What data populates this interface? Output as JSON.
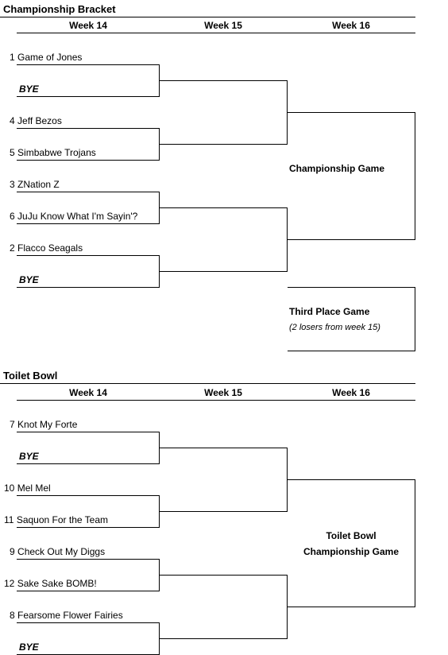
{
  "championship": {
    "title": "Championship Bracket",
    "weeks": [
      "Week 14",
      "Week 15",
      "Week 16"
    ],
    "teams": [
      {
        "seed": "1",
        "name": "Game of Jones"
      },
      {
        "seed": "",
        "name": "BYE"
      },
      {
        "seed": "4",
        "name": "Jeff Bezos"
      },
      {
        "seed": "5",
        "name": "Simbabwe Trojans"
      },
      {
        "seed": "3",
        "name": "ZNation Z"
      },
      {
        "seed": "6",
        "name": "JuJu Know What I'm Sayin'?"
      },
      {
        "seed": "2",
        "name": "Flacco Seagals"
      },
      {
        "seed": "",
        "name": "BYE"
      }
    ],
    "final_label": "Championship Game",
    "third_place_label": "Third Place Game",
    "third_place_note": "(2 losers from week 15)"
  },
  "toilet_bowl": {
    "title": "Toilet Bowl",
    "weeks": [
      "Week 14",
      "Week 15",
      "Week 16"
    ],
    "teams": [
      {
        "seed": "7",
        "name": "Knot My Forte"
      },
      {
        "seed": "",
        "name": "BYE"
      },
      {
        "seed": "10",
        "name": "Mel Mel"
      },
      {
        "seed": "11",
        "name": "Saquon For the Team"
      },
      {
        "seed": "9",
        "name": "Check Out My Diggs"
      },
      {
        "seed": "12",
        "name": "Sake Sake BOMB!"
      },
      {
        "seed": "8",
        "name": "Fearsome Flower Fairies"
      },
      {
        "seed": "",
        "name": "BYE"
      }
    ],
    "final_label_line1": "Toilet Bowl",
    "final_label_line2": "Championship Game"
  }
}
